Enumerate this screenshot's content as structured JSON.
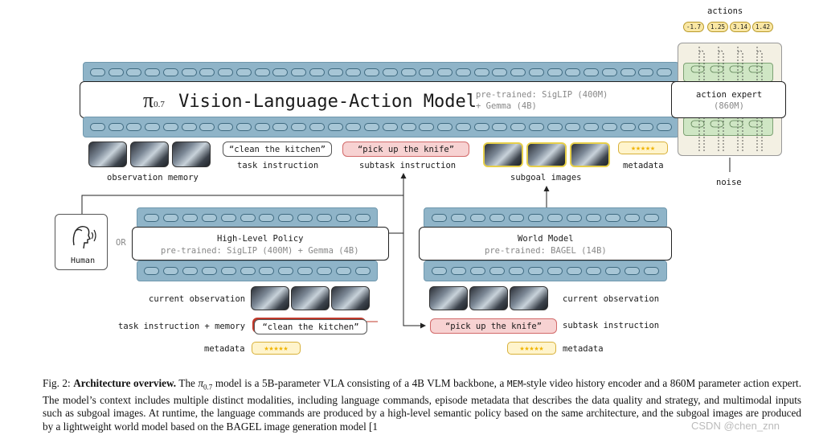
{
  "main_model": {
    "title_prefix": "π",
    "title_subscript": "0.7",
    "title_rest": "Vision-Language-Action Model",
    "pretrained_line1": "pre-trained: SigLIP (400M)",
    "pretrained_line2": "+ Gemma (4B)"
  },
  "action_expert": {
    "label": "action expert",
    "size": "(860M)"
  },
  "actions": {
    "label": "actions",
    "values": [
      "-1.7",
      "1.25",
      "3.14",
      "1.42"
    ]
  },
  "noise_label": "noise",
  "inputs": {
    "observation_memory": "observation memory",
    "task_instruction_text": "“clean the kitchen”",
    "task_instruction_label": "task instruction",
    "subtask_text": "“pick up the knife”",
    "subtask_label": "subtask instruction",
    "subgoal_label": "subgoal images",
    "metadata_label": "metadata"
  },
  "human": {
    "label": "Human",
    "or": "OR"
  },
  "high_level_policy": {
    "title": "High-Level Policy",
    "pretrained": "pre-trained: SigLIP (400M) + Gemma (4B)",
    "current_observation": "current observation",
    "task_memory_label": "task instruction + memory",
    "task_text": "“clean the kitchen”",
    "metadata_label": "metadata"
  },
  "world_model": {
    "title": "World Model",
    "pretrained": "pre-trained: BAGEL (14B)",
    "current_observation": "current observation",
    "subtask_text": "“pick up the knife”",
    "subtask_label": "subtask instruction",
    "metadata_label": "metadata"
  },
  "stars": "★★★★★",
  "caption": {
    "fig": "Fig. 2: ",
    "bold": "Architecture overview.",
    "t1": " The ",
    "pi": "π",
    "pi_sub": "0.7",
    "t2": " model is a 5B-parameter VLA consisting of a 4B VLM backbone, a ",
    "mem": "MEM",
    "t3": "-style video history encoder and a 860M parameter action expert. The model’s context includes multiple distinct modalities, including language commands, episode metadata that describes the data quality and strategy, and multimodal inputs such as subgoal images. At runtime, the language commands are produced by a high-level semantic policy based on the same architecture, and the subgoal images are produced by a lightweight world model based on the BAGEL image generation model [1"
  },
  "watermark": "CSDN @chen_znn",
  "colors": {
    "band": "#8fb4c8",
    "action_green": "#cfe6c4",
    "subtask_red": "#f7d2d2",
    "star_yellow": "#f0b400",
    "frame_yellow": "#e6cf4a"
  }
}
